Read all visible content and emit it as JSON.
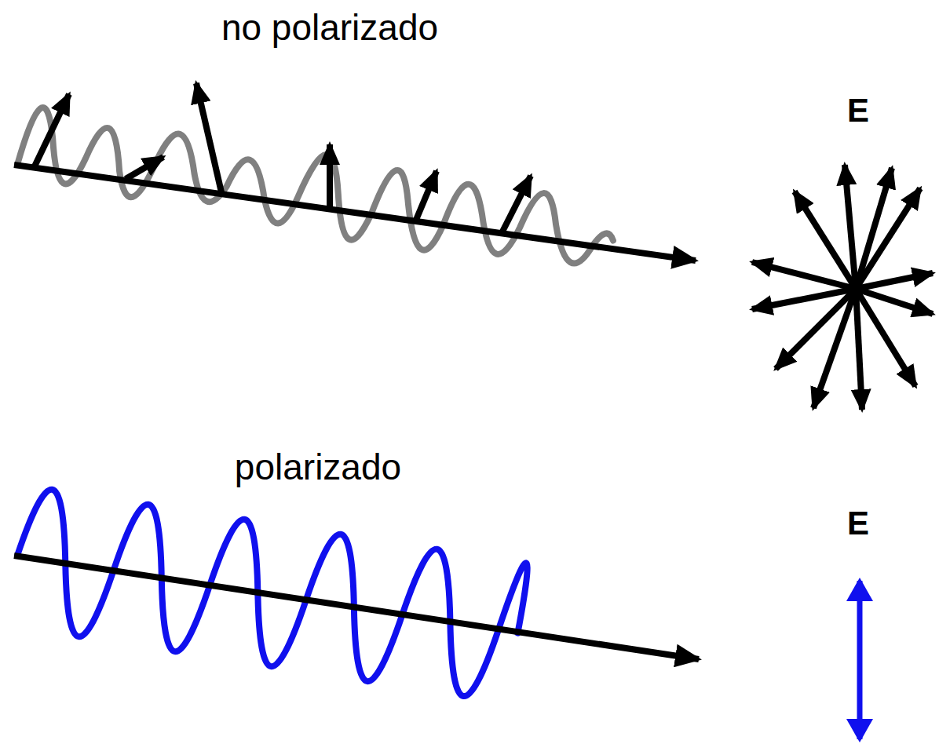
{
  "diagram": {
    "labels": [
      "no polarizado",
      "E",
      "polarizado",
      "E"
    ]
  }
}
